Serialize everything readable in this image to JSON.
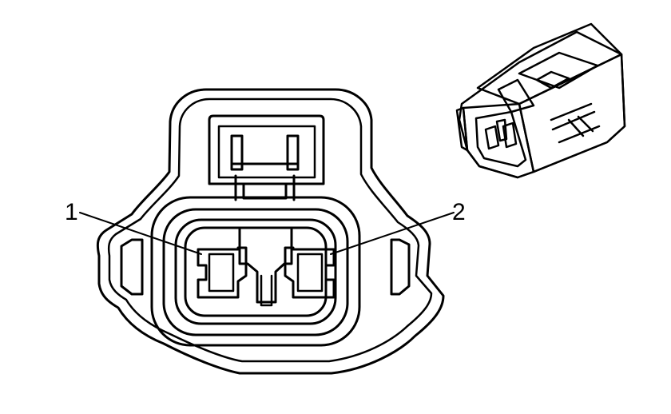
{
  "diagram": {
    "callouts": [
      {
        "label": "1",
        "target": "terminal-cavity-1"
      },
      {
        "label": "2",
        "target": "terminal-cavity-2"
      }
    ],
    "colors": {
      "line": "#000000",
      "background": "#ffffff"
    }
  }
}
